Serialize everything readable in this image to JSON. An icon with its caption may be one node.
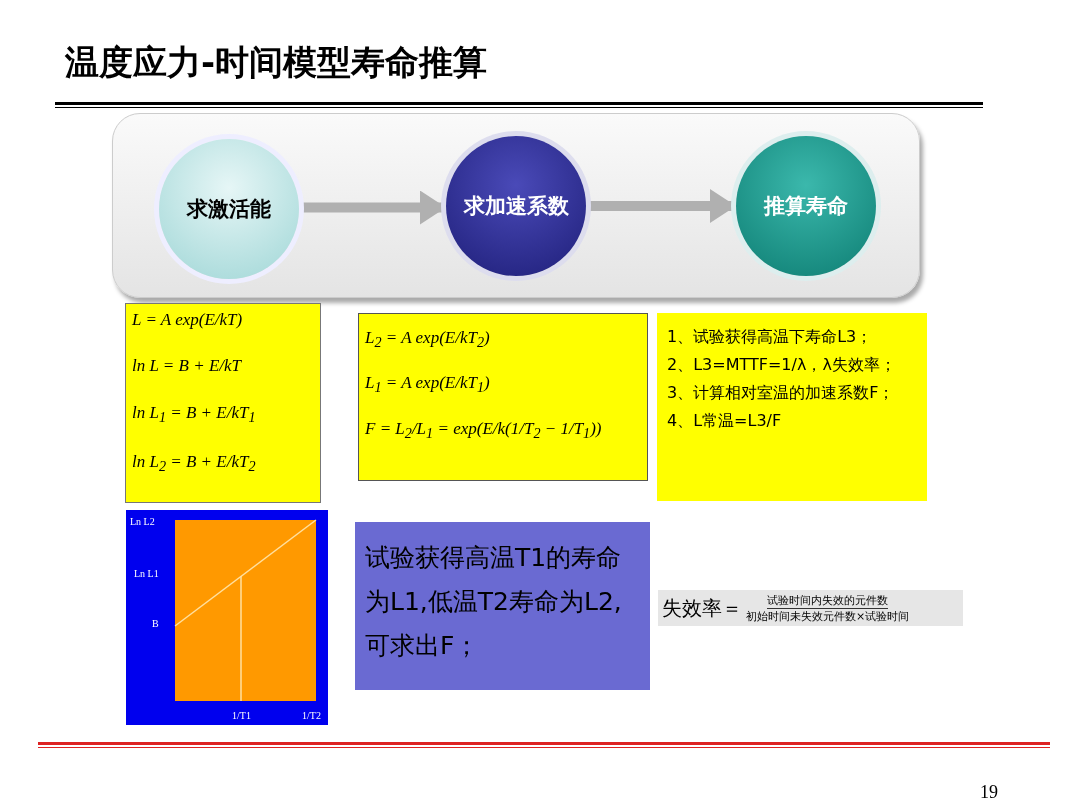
{
  "diagram": {
    "title": "温度应力-时间模型寿命推算",
    "nodes": [
      {
        "text": [],
        "shape": "box"
      },
      {
        "text": [
          "求激活能"
        ],
        "in": 0
      },
      {
        "text": [
          "求加速系数"
        ],
        "in": 0
      },
      {
        "text": [
          "推算寿命"
        ],
        "in": 0
      },
      {
        "text": [
          "L = A exp(E/kT)",
          "ln L = B + E/kT",
          "ln L$_{1}$ = B + E/kT$_{1}$",
          "ln L$_{2}$ = B + E/kT$_{2}$"
        ]
      },
      {
        "text": [
          "L$_{2}$ = A exp(E/kT$_{2}$)",
          "L$_{1}$ = A exp(E/kT$_{1}$)",
          "F = L$_{2}$/L$_{1}$ = exp(E/k(1/T$_{2}$ − 1/T$_{1}$))"
        ]
      },
      {
        "text": [
          "1、试验获得高温下寿命L3；",
          "2、L3=MTTF=1/λ，λ失效率；",
          "3、计算相对室温的加速系数F；",
          "4、L常温=L3/F"
        ]
      },
      {
        "text": [
          "试验获得高温T1的寿命为L1,低温T2寿命为L2,可求出F；"
        ]
      },
      {
        "text": [
          "失效率＝",
          "试验时间内失效的元件数",
          "初始时间未失效元件数×试验时间"
        ]
      }
    ],
    "edges": [
      {
        "from": 1,
        "to": 2,
        "arrow": "to"
      },
      {
        "from": 2,
        "to": 3,
        "arrow": "to"
      }
    ],
    "labels": [
      "Ln L2",
      "Ln L1",
      "B",
      "1/T1",
      "1/T2",
      "19"
    ]
  }
}
